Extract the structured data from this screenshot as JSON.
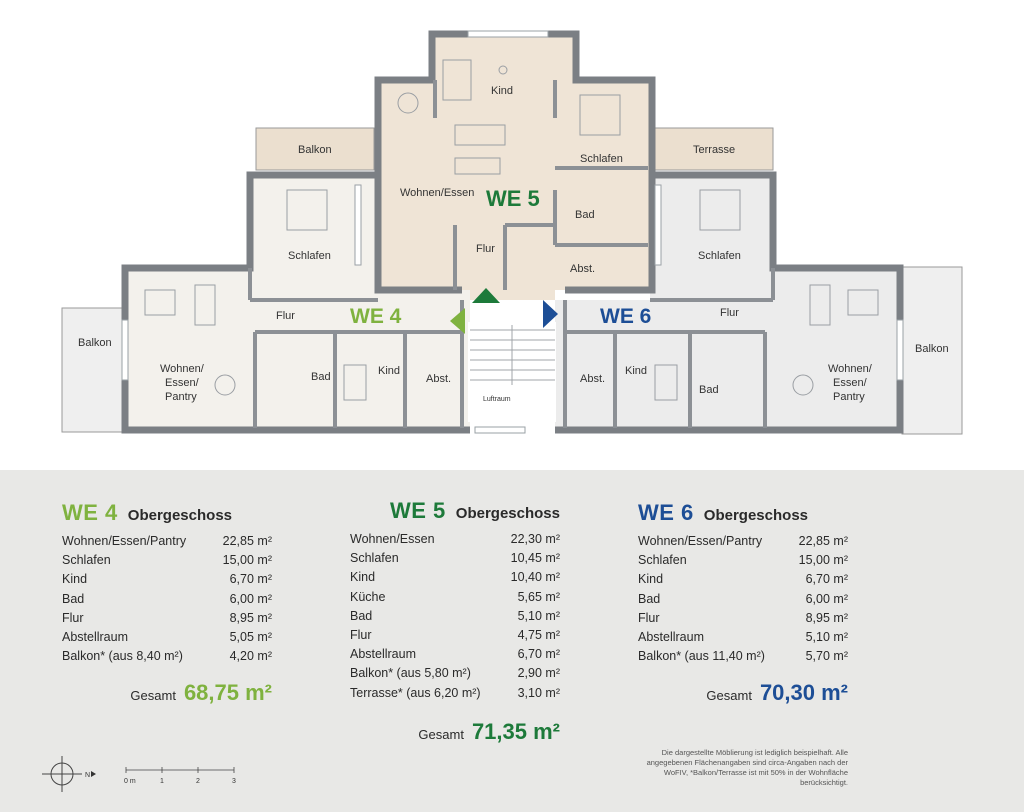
{
  "plan": {
    "we5_label": "WE 5",
    "we4_label": "WE 4",
    "we6_label": "WE 6",
    "rooms": {
      "kind_top": "Kind",
      "wohnen_essen": "Wohnen/Essen",
      "schlafen_we5": "Schlafen",
      "bad_we5": "Bad",
      "flur_we5": "Flur",
      "abst_we5": "Abst.",
      "balkon_top": "Balkon",
      "terrasse": "Terrasse",
      "schlafen_we4": "Schlafen",
      "schlafen_we6": "Schlafen",
      "flur_we4": "Flur",
      "flur_we6": "Flur",
      "balkon_left": "Balkon",
      "balkon_right": "Balkon",
      "wohnen_we4": [
        "Wohnen/",
        "Essen/",
        "Pantry"
      ],
      "wohnen_we6": [
        "Wohnen/",
        "Essen/",
        "Pantry"
      ],
      "bad_we4": "Bad",
      "kind_we4": "Kind",
      "abst_we4": "Abst.",
      "luftraum": "Luftraum",
      "abst_we6": "Abst.",
      "kind_we6": "Kind",
      "bad_we6": "Bad"
    }
  },
  "units": [
    {
      "we": "WE 4",
      "floor": "Obergeschoss",
      "rows": [
        {
          "name": "Wohnen/Essen/Pantry",
          "area": "22,85 m²"
        },
        {
          "name": "Schlafen",
          "area": "15,00 m²"
        },
        {
          "name": "Kind",
          "area": "6,70 m²"
        },
        {
          "name": "Bad",
          "area": "6,00 m²"
        },
        {
          "name": "Flur",
          "area": "8,95 m²"
        },
        {
          "name": "Abstellraum",
          "area": "5,05 m²"
        },
        {
          "name": "Balkon* (aus 8,40 m²)",
          "area": "4,20 m²"
        }
      ],
      "total_label": "Gesamt",
      "total": "68,75 m²"
    },
    {
      "we": "WE 5",
      "floor": "Obergeschoss",
      "rows": [
        {
          "name": "Wohnen/Essen",
          "area": "22,30 m²"
        },
        {
          "name": "Schlafen",
          "area": "10,45 m²"
        },
        {
          "name": "Kind",
          "area": "10,40 m²"
        },
        {
          "name": "Küche",
          "area": "5,65 m²"
        },
        {
          "name": "Bad",
          "area": "5,10 m²"
        },
        {
          "name": "Flur",
          "area": "4,75 m²"
        },
        {
          "name": "Abstellraum",
          "area": "6,70 m²"
        },
        {
          "name": "Balkon* (aus 5,80 m²)",
          "area": "2,90 m²"
        },
        {
          "name": "Terrasse* (aus 6,20 m²)",
          "area": "3,10 m²"
        }
      ],
      "total_label": "Gesamt",
      "total": "71,35 m²"
    },
    {
      "we": "WE 6",
      "floor": "Obergeschoss",
      "rows": [
        {
          "name": "Wohnen/Essen/Pantry",
          "area": "22,85 m²"
        },
        {
          "name": "Schlafen",
          "area": "15,00 m²"
        },
        {
          "name": "Kind",
          "area": "6,70 m²"
        },
        {
          "name": "Bad",
          "area": "6,00 m²"
        },
        {
          "name": "Flur",
          "area": "8,95 m²"
        },
        {
          "name": "Abstellraum",
          "area": "5,10 m²"
        },
        {
          "name": "Balkon* (aus 11,40 m²)",
          "area": "5,70 m²"
        }
      ],
      "total_label": "Gesamt",
      "total": "70,30 m²"
    }
  ],
  "note": "Die dargestellte Möblierung ist lediglich beispielhaft. Alle angegebenen Flächenangaben sind circa-Angaben nach der WoFIV, *Balkon/Terrasse ist mit 50% in der Wohnfläche berücksichtigt.",
  "scale": {
    "labels": [
      "0 m",
      "1",
      "2",
      "3"
    ],
    "north": "N"
  },
  "colors": {
    "we4": "#7fb23f",
    "we5": "#1d7a3a",
    "we6": "#1d4e96",
    "wall": "#7b7f84",
    "we5_fill": "#efe4d6",
    "we4_fill": "#f3f1ec",
    "we6_fill": "#eeeeee",
    "balcony_fill": "#e9dccb"
  }
}
